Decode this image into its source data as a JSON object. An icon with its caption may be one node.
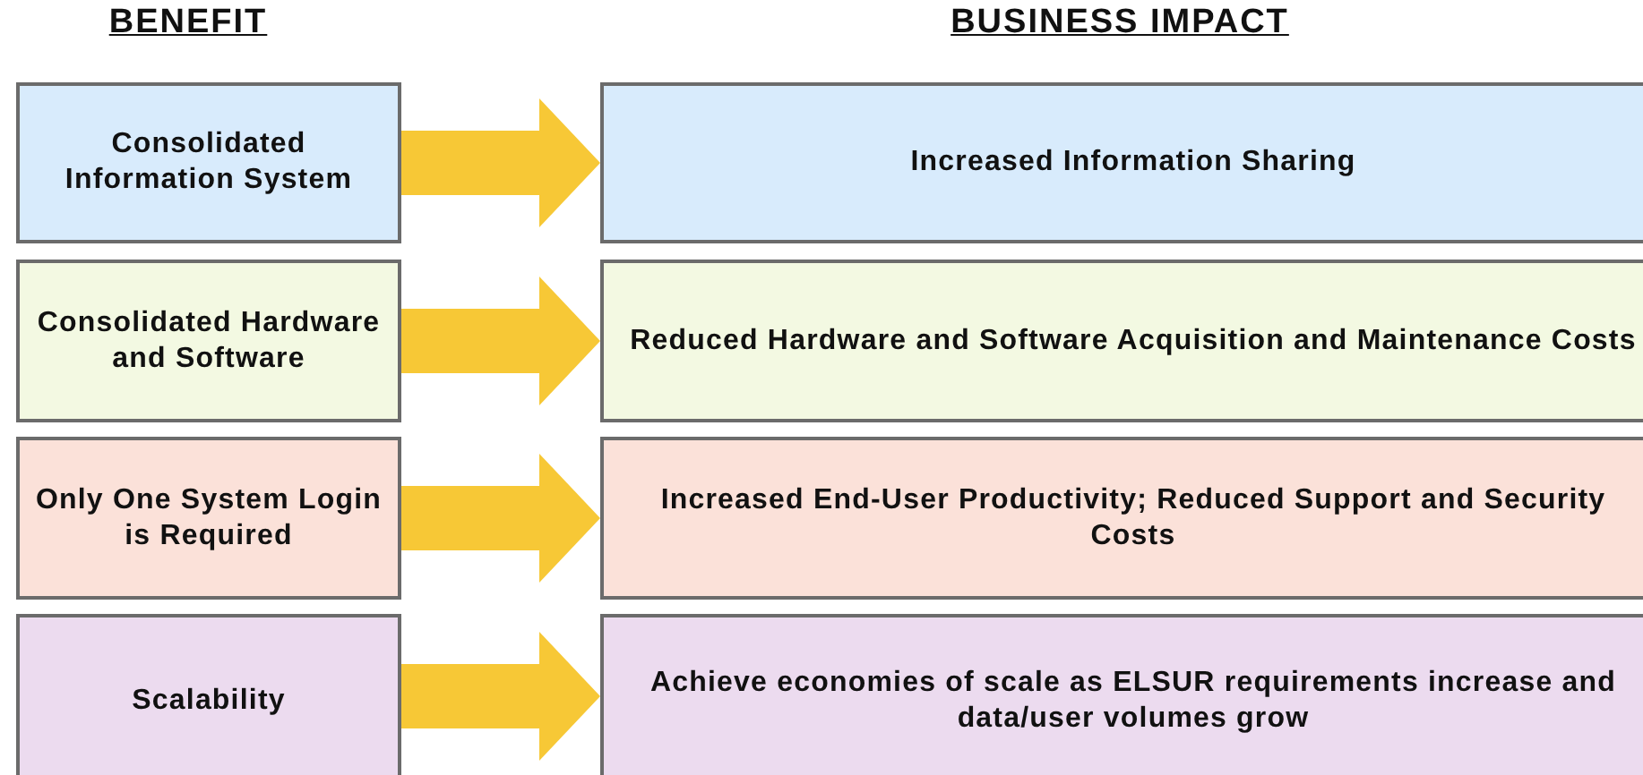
{
  "diagram": {
    "nodes": [
      {
        "text": [
          "Consolidated Information System"
        ]
      },
      {
        "text": [
          "Increased Information Sharing"
        ]
      },
      {
        "text": [
          "Consolidated Hardware and Software"
        ]
      },
      {
        "text": [
          "Reduced Hardware and Software Acquisition and Maintenance Costs"
        ]
      },
      {
        "text": [
          "Only One System Login is Required"
        ]
      },
      {
        "text": [
          "Increased End-User Productivity; Reduced Support and Security Costs"
        ]
      },
      {
        "text": [
          "Scalability"
        ]
      },
      {
        "text": [
          "Achieve economies of scale as ELSUR requirements increase and data/user volumes grow"
        ]
      }
    ],
    "edges": [
      {
        "from": 0,
        "to": 1,
        "arrow": "to"
      },
      {
        "from": 2,
        "to": 3,
        "arrow": "to"
      },
      {
        "from": 4,
        "to": 5,
        "arrow": "to"
      },
      {
        "from": 6,
        "to": 7,
        "arrow": "to"
      }
    ],
    "labels": [
      "BENEFIT",
      "BUSINESS IMPACT"
    ]
  }
}
